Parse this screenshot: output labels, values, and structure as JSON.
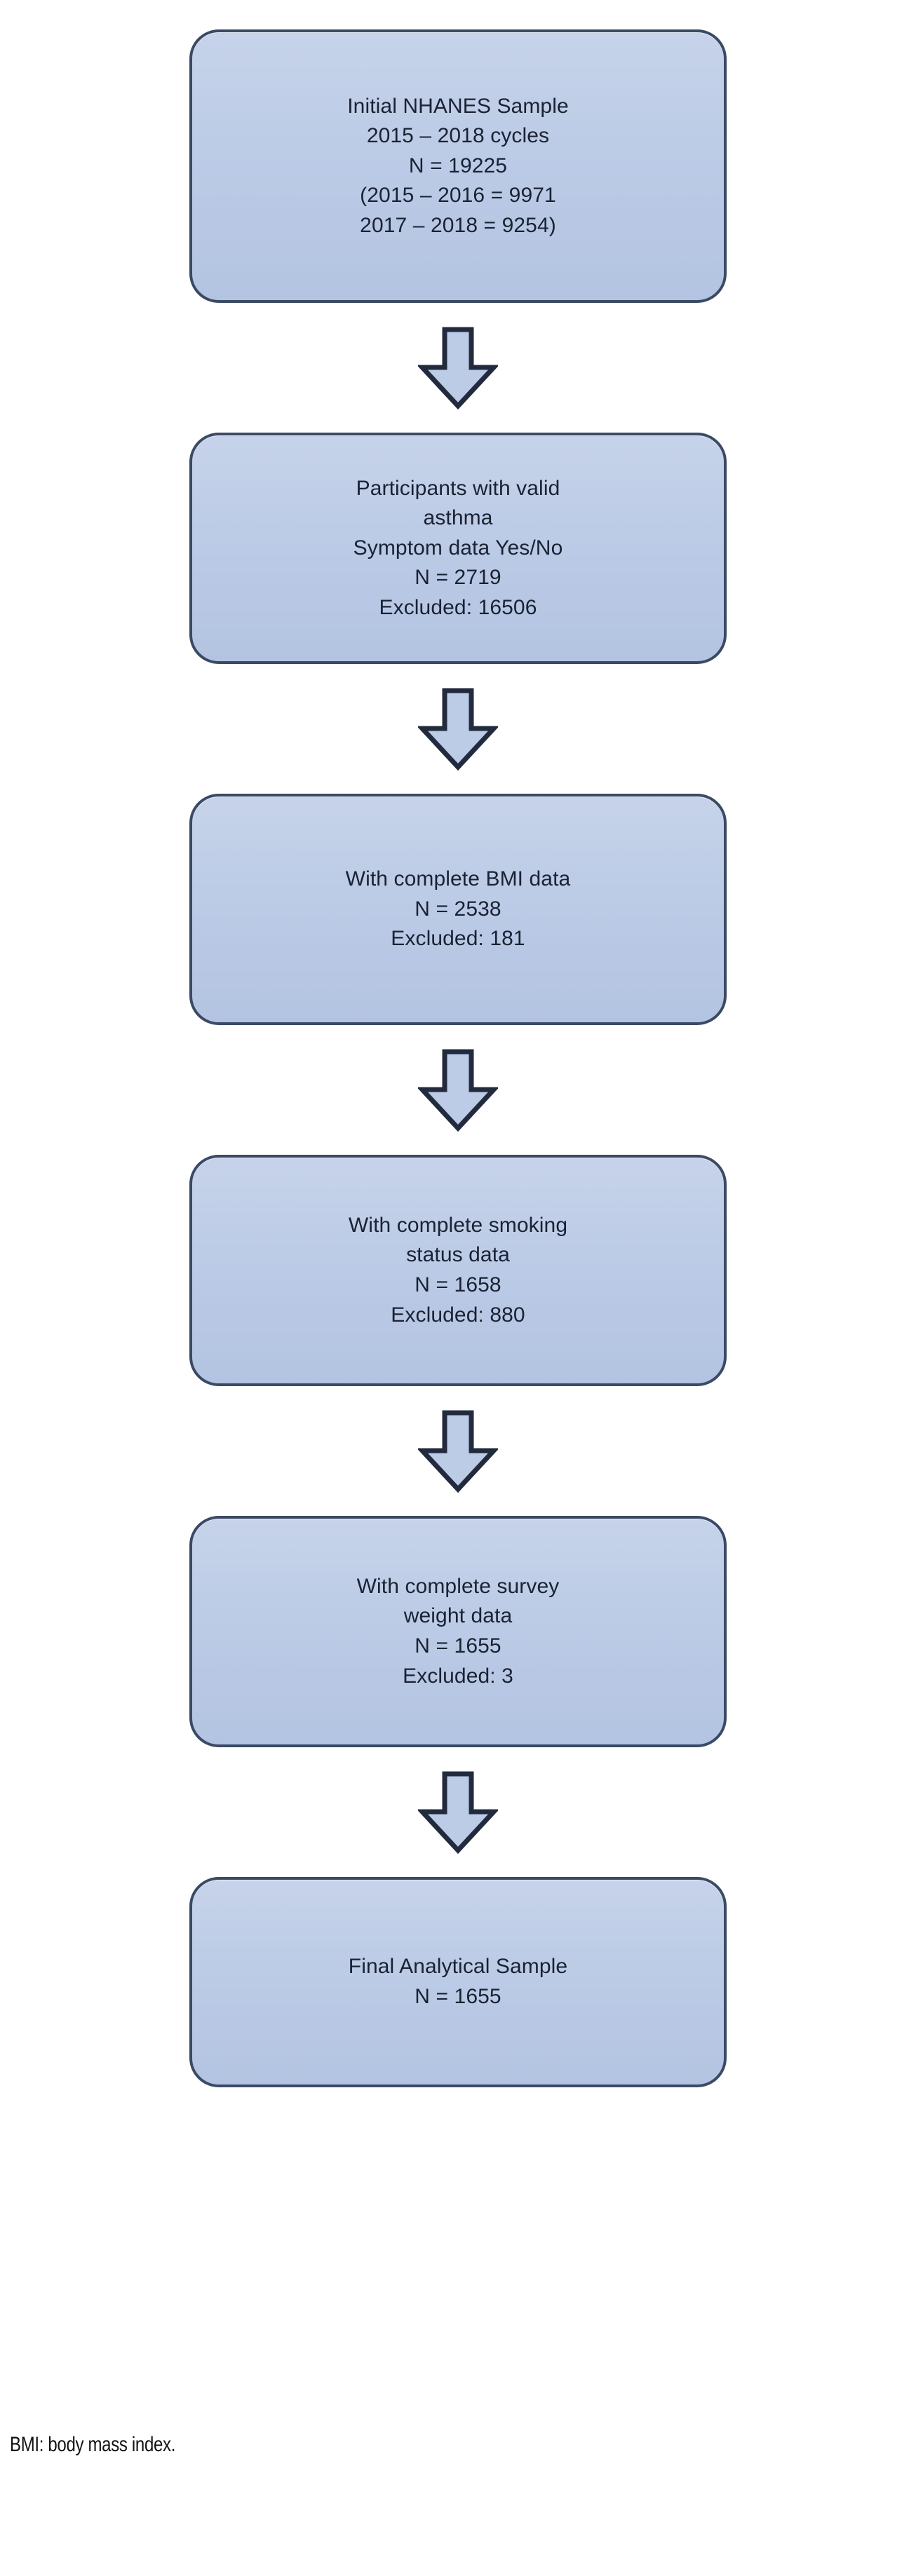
{
  "figure": {
    "type": "flowchart",
    "title": "",
    "orientation": "vertical",
    "colors": {
      "node_fill": "#bccbe6",
      "node_border": "#3b4a64",
      "arrow_fill": "#bccbe6",
      "arrow_border": "#222b3d",
      "text": "#1a2233",
      "background": "#ffffff"
    },
    "footnote": "BMI: body mass index."
  },
  "nodes": [
    {
      "id": "initial-sample",
      "name": "initial-nhanes-sample",
      "lines": [
        "Initial NHANES Sample",
        "2015 – 2018 cycles",
        "N = 19225",
        "(2015 – 2016 = 9971",
        "2017 – 2018 = 9254)"
      ],
      "n": 19225,
      "excluded": null
    },
    {
      "id": "valid-asthma",
      "name": "participants-with-valid-asthma",
      "lines": [
        "Participants with valid",
        "asthma",
        "Symptom data Yes/No",
        "N = 2719",
        "Excluded: 16506"
      ],
      "n": 2719,
      "excluded": 16506
    },
    {
      "id": "complete-bmi",
      "name": "with-complete-bmi-data",
      "lines": [
        "With complete BMI data",
        "N = 2538",
        "Excluded: 181"
      ],
      "n": 2538,
      "excluded": 181
    },
    {
      "id": "complete-smoking",
      "name": "with-complete-smoking-status-data",
      "lines": [
        "With complete smoking",
        "status data",
        "N = 1658",
        "Excluded: 880"
      ],
      "n": 1658,
      "excluded": 880
    },
    {
      "id": "complete-survey-weight",
      "name": "with-complete-survey-weight-data",
      "lines": [
        "With complete survey",
        "weight data",
        "N = 1655",
        "Excluded: 3"
      ],
      "n": 1655,
      "excluded": 3
    },
    {
      "id": "final-sample",
      "name": "final-analytical-sample",
      "lines": [
        "Final Analytical Sample",
        "N = 1655"
      ],
      "n": 1655,
      "excluded": null
    }
  ],
  "arrows": [
    {
      "id": "arrow-1",
      "from": "initial-sample",
      "to": "valid-asthma",
      "direction": "down"
    },
    {
      "id": "arrow-2",
      "from": "valid-asthma",
      "to": "complete-bmi",
      "direction": "down"
    },
    {
      "id": "arrow-3",
      "from": "complete-bmi",
      "to": "complete-smoking",
      "direction": "down"
    },
    {
      "id": "arrow-4",
      "from": "complete-smoking",
      "to": "complete-survey-weight",
      "direction": "down"
    },
    {
      "id": "arrow-5",
      "from": "complete-survey-weight",
      "to": "final-sample",
      "direction": "down"
    }
  ]
}
